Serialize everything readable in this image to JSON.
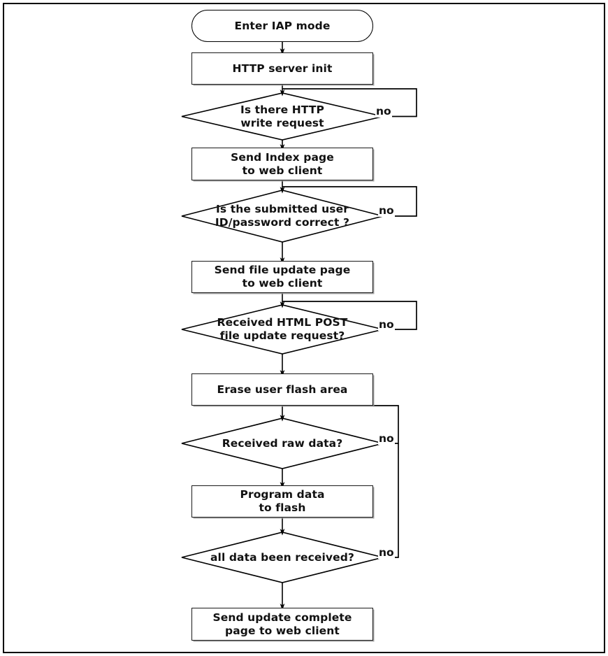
{
  "diagram": {
    "title": "IAP mode HTTP firmware update flowchart",
    "type": "flowchart",
    "orientation": "top-to-bottom",
    "stroke_color": "#000000",
    "fill_color": "#ffffff",
    "text_color": "#111111",
    "border_color": "#000000"
  },
  "nodes": [
    {
      "id": "n1",
      "shape": "terminal",
      "label": "Enter IAP mode"
    },
    {
      "id": "n2",
      "shape": "process",
      "label": "HTTP server init"
    },
    {
      "id": "n3",
      "shape": "decision",
      "label": "Is there HTTP\nwrite request",
      "no_label": "no"
    },
    {
      "id": "n4",
      "shape": "process",
      "label": "Send Index page\nto web client"
    },
    {
      "id": "n5",
      "shape": "decision",
      "label": "Is the submitted user\nID/password correct ?",
      "no_label": "no"
    },
    {
      "id": "n6",
      "shape": "process",
      "label": "Send file update page\nto web client"
    },
    {
      "id": "n7",
      "shape": "decision",
      "label": "Received HTML POST\nfile update request?",
      "no_label": "no"
    },
    {
      "id": "n8",
      "shape": "process",
      "label": "Erase user flash area"
    },
    {
      "id": "n9",
      "shape": "decision",
      "label": "Received raw data?",
      "no_label": "no"
    },
    {
      "id": "n10",
      "shape": "process",
      "label": "Program data\nto flash"
    },
    {
      "id": "n11",
      "shape": "decision",
      "label": "all data been received?",
      "no_label": "no"
    },
    {
      "id": "n12",
      "shape": "process",
      "label": "Send update complete\npage to web client"
    }
  ],
  "edges": [
    {
      "from": "n1",
      "to": "n2",
      "kind": "down-arrow",
      "label": ""
    },
    {
      "from": "n2",
      "to": "n3",
      "kind": "down-arrow",
      "label": ""
    },
    {
      "from": "n3",
      "to": "n4",
      "kind": "down-arrow",
      "label": ""
    },
    {
      "from": "n3",
      "to": "n3",
      "kind": "loop-back",
      "label": "no"
    },
    {
      "from": "n4",
      "to": "n5",
      "kind": "down-arrow",
      "label": ""
    },
    {
      "from": "n5",
      "to": "n6",
      "kind": "down-arrow",
      "label": ""
    },
    {
      "from": "n5",
      "to": "n5",
      "kind": "loop-back",
      "label": "no"
    },
    {
      "from": "n6",
      "to": "n7",
      "kind": "down-arrow",
      "label": ""
    },
    {
      "from": "n7",
      "to": "n8",
      "kind": "down-arrow",
      "label": ""
    },
    {
      "from": "n7",
      "to": "n7",
      "kind": "loop-back",
      "label": "no"
    },
    {
      "from": "n8",
      "to": "n9",
      "kind": "down-arrow",
      "label": ""
    },
    {
      "from": "n9",
      "to": "n10",
      "kind": "down-arrow",
      "label": ""
    },
    {
      "from": "n9",
      "to": "n9",
      "kind": "loop-back-shared",
      "label": "no"
    },
    {
      "from": "n10",
      "to": "n11",
      "kind": "down-arrow",
      "label": ""
    },
    {
      "from": "n11",
      "to": "n12",
      "kind": "down-arrow",
      "label": ""
    },
    {
      "from": "n11",
      "to": "n9",
      "kind": "loop-back-shared",
      "label": "no"
    }
  ]
}
